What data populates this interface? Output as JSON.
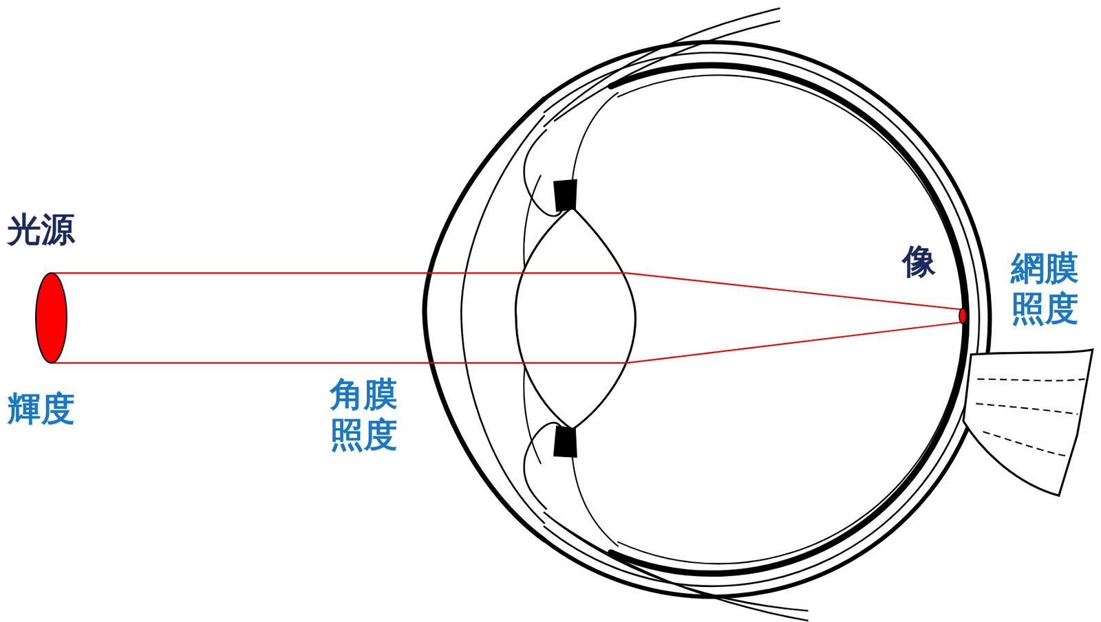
{
  "diagram": {
    "labels": [
      "光源",
      "輝度",
      "角膜 照度",
      "像",
      "網膜 照度"
    ]
  }
}
